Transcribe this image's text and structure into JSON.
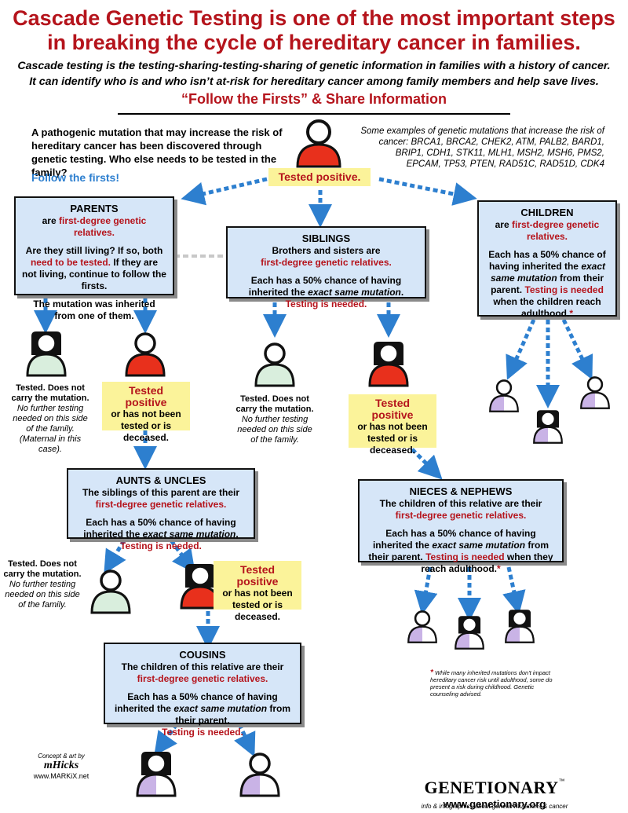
{
  "header": {
    "title_line1": "Cascade Genetic Testing is one of the most important steps",
    "title_line2": "in breaking the cycle of hereditary cancer in families.",
    "subtitle_line1": "Cascade testing is the testing-sharing-testing-sharing of genetic information in families with a history of cancer.",
    "subtitle_line2": "It can identify who is and who isn’t at-risk for hereditary cancer among family members and help save lives.",
    "follow_heading": "“Follow the Firsts” & Share Information"
  },
  "intro": {
    "text": "A pathogenic mutation that may increase the risk of hereditary cancer has been discovered through genetic testing. Who else needs to be tested in the family?",
    "follow_firsts": "Follow the firsts!",
    "examples": "Some examples of genetic mutations that increase the risk of cancer: BRCA1, BRCA2, CHEK2, ATM, PALB2, BARD1, BRIP1, CDH1, STK11, MLH1, MSH2, MSH6, PMS2, EPCAM, TP53, PTEN, RAD51C, RAD51D, CDK4",
    "tested_positive": "Tested positive."
  },
  "parents": {
    "heading": "PARENTS",
    "are": "are ",
    "first_degree": "first-degree genetic relatives.",
    "p2a": "Are they still living? If so, both ",
    "p2b": "need to be tested.",
    "p2c": " If they are not living, continue to follow the firsts.",
    "p3": "The mutation was inherited from one of them."
  },
  "siblings": {
    "heading": "SIBLINGS",
    "line1": "Brothers and sisters are",
    "first_degree": "first-degree genetic relatives.",
    "p2a": "Each has a 50% chance of having inherited the ",
    "p2b": "exact same mutation",
    "p2c": ". ",
    "p2d": "Testing is needed."
  },
  "children": {
    "heading": "CHILDREN",
    "are": "are ",
    "first_degree": "first-degree genetic relatives.",
    "p2a": "Each has a 50% chance of having inherited the ",
    "p2b": "exact same mutation",
    "p2c": " from their parent. ",
    "p2d": "Testing is needed",
    "p2e": " when the children reach adulthood.",
    "star": "*"
  },
  "aunts": {
    "heading": "AUNTS & UNCLES",
    "line1": "The siblings of this parent are their",
    "first_degree": "first-degree genetic relatives.",
    "p2a": "Each has a 50% chance of having inherited the ",
    "p2b": "exact same mutation",
    "p2c": ". ",
    "p2d": "Testing is needed."
  },
  "nieces": {
    "heading": "NIECES & NEPHEWS",
    "line1": "The children of this relative are their",
    "first_degree": "first-degree genetic relatives.",
    "p2a": "Each has a 50% chance of having inherited the ",
    "p2b": "exact same mutation",
    "p2c": " from their parent. ",
    "p2d": "Testing is needed",
    "p2e": " when they reach adulthood.",
    "star": "*"
  },
  "cousins": {
    "heading": "COUSINS",
    "line1": "The children of this relative are their",
    "first_degree": "first-degree genetic relatives.",
    "p2a": "Each has a 50% chance of having inherited the ",
    "p2b": "exact same mutation",
    "p2c": " from their parent.",
    "p2d": "Testing is needed."
  },
  "notes": {
    "neg_bold": "Tested. Does not carry the mutation.",
    "neg_maternal": "No further testing needed on this side of the family. (Maternal in this case).",
    "neg_side": "No further testing needed on this side of the family.",
    "pos_title": "Tested positive",
    "pos_rest": "or has not been tested or is deceased."
  },
  "footer": {
    "footnote_star": "*",
    "footnote": "While many inherited mutations don't impact hereditary cancer risk until adulthood, some do present a risk during childhood. Genetic counseling advised.",
    "brand_name": "GENETIONARY",
    "brand_tm": "™",
    "brand_url": "www.genetionary.org",
    "brand_tag": "info & infographics about genetic mutations & cancer",
    "credit_line": "Concept & art by",
    "credit_sig": "mHicks",
    "credit_url": "www.MARKiX.net"
  },
  "colors": {
    "title_red": "#b5141c",
    "card_blue": "#d6e6f8",
    "arrow_blue": "#2d7fcf",
    "positive_red": "#e8301c",
    "negative_green": "#d9eedd",
    "unknown_purple": "#c9b3e6",
    "highlight_yellow": "#fbf39a"
  }
}
